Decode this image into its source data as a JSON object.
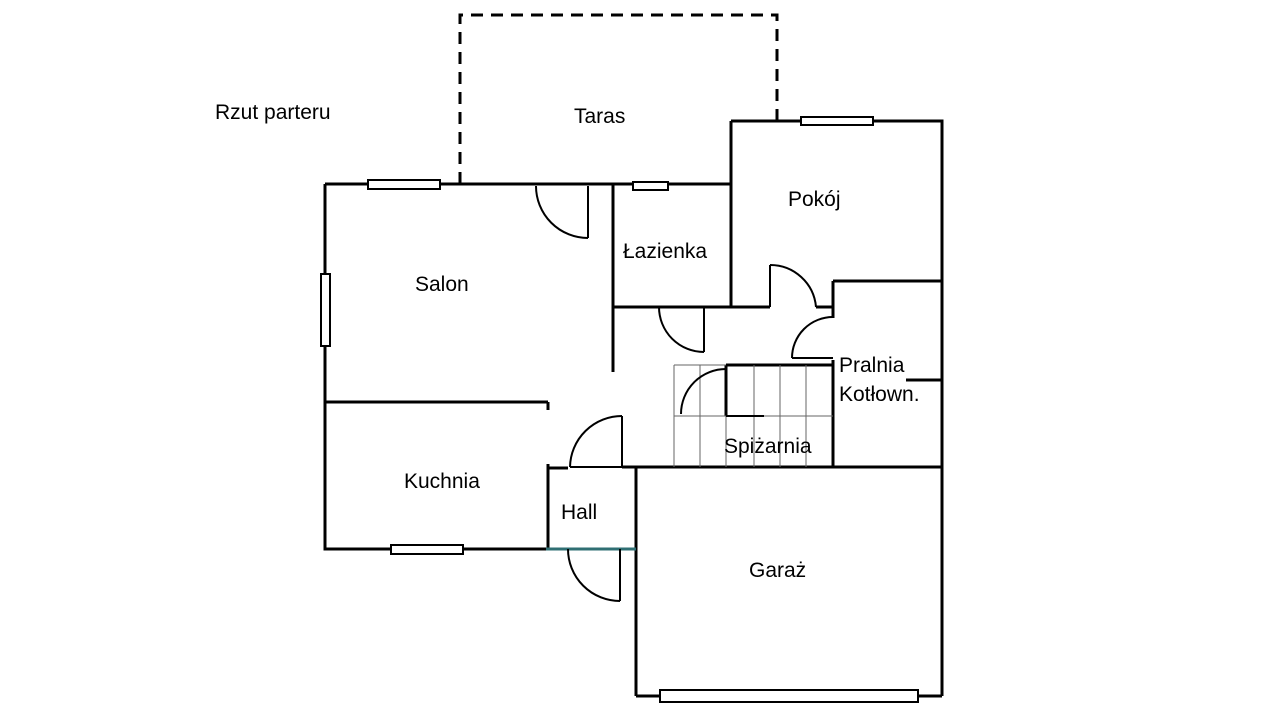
{
  "plan": {
    "title": "Rzut parteru",
    "rooms": {
      "taras": "Taras",
      "pokoj": "Pokój",
      "lazienka": "Łazienka",
      "salon": "Salon",
      "pralnia_line1": "Pralnia",
      "pralnia_line2": "Kotłown.",
      "spizarnia": "Spiżarnia",
      "kuchnia": "Kuchnia",
      "hall": "Hall",
      "garaz": "Garaż"
    },
    "colors": {
      "wall": "#000000",
      "hall_threshold": "#2f6f73",
      "background": "#ffffff"
    }
  }
}
